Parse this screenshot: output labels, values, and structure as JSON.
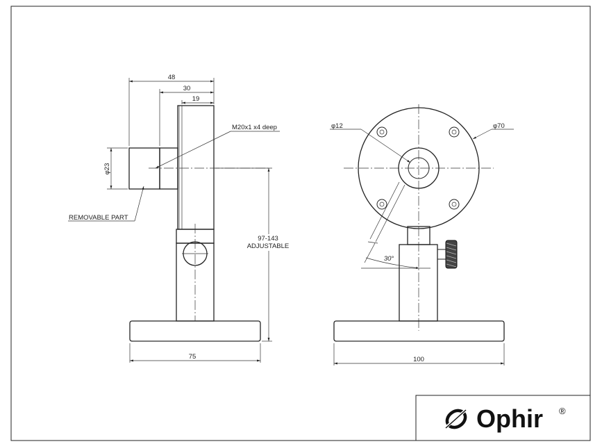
{
  "drawing": {
    "dimensions": {
      "overall_depth": "48",
      "mid_depth": "30",
      "head_depth": "19",
      "thread": "M20x1 x4 deep",
      "removable_diameter": "φ23",
      "removable_label": "REMOVABLE PART",
      "height_range": "97-143",
      "height_note": "ADJUSTABLE",
      "base_side": "75",
      "base_front": "100",
      "aperture": "φ12",
      "body_diameter": "φ70",
      "angle": "30°"
    }
  },
  "logo": {
    "brand": "Ophir",
    "registered": "®"
  }
}
